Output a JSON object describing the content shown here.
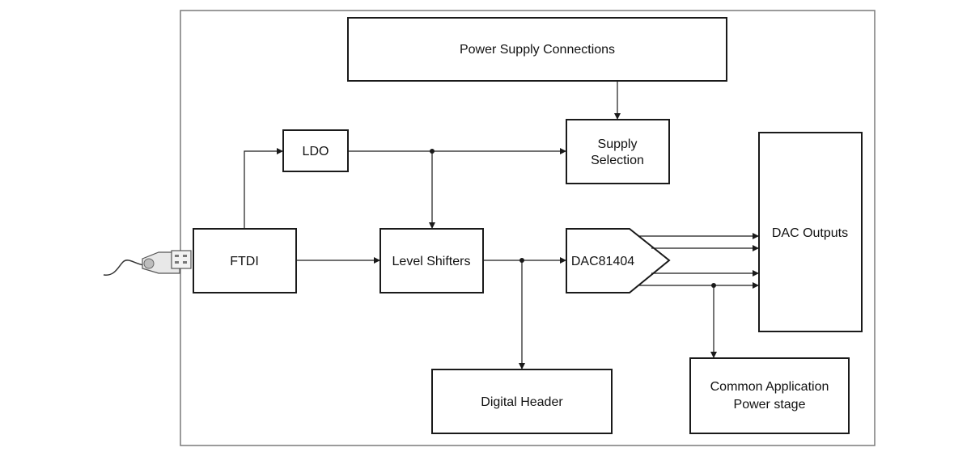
{
  "diagram": {
    "blocks": {
      "power_supply_connections": "Power Supply Connections",
      "supply_selection_line1": "Supply",
      "supply_selection_line2": "Selection",
      "ldo": "LDO",
      "ftdi": "FTDI",
      "level_shifters": "Level Shifters",
      "dac": "DAC81404",
      "dac_outputs": "DAC Outputs",
      "digital_header": "Digital Header",
      "power_stage_line1": "Common Application",
      "power_stage_line2": "Power stage"
    },
    "icons": [
      "usb-cable-icon"
    ],
    "colors": {
      "line": "#1a1a1a",
      "frame": "#7a7a7a",
      "background": "#ffffff"
    }
  }
}
